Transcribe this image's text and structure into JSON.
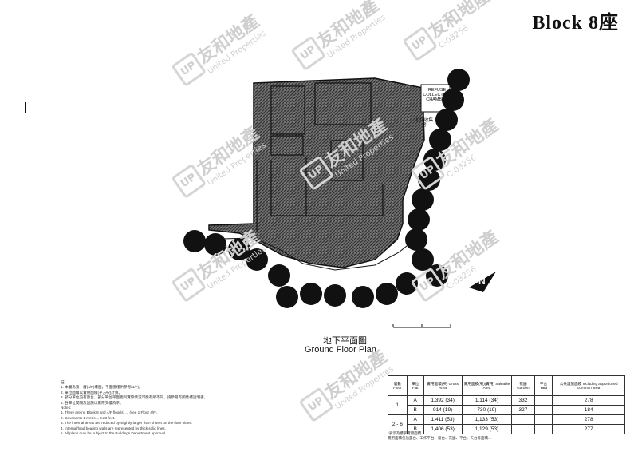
{
  "header": {
    "title": "Block 8座"
  },
  "watermark": {
    "logo": "UP",
    "name": "友和地產",
    "english": "United Properties",
    "code": "C-03256"
  },
  "plan": {
    "caption_cn": "地下平面圖",
    "caption_en": "Ground Floor Plan",
    "refuse_label_en": "REFUSE COLLECTION CHAMBER",
    "refuse_label_cn": "垃圾收集房",
    "north_icon": "north-arrow-icon"
  },
  "notes": [
    "註：",
    "1. 本層為第一層(4/F)樓面，平面圖僅供參考(1/F)。",
    "2. 單位面積以實用面積(平方呎)計算。",
    "3. 部分單位設有窗台，部分單位平面圖與實際情況可能有所不同，請參閱有關售樓說明書。",
    "4. 各單位間隔及設施以實際交樓為準。",
    "Notes:",
    "1. There are no Block 8 and 4/F floor(s) ... (see 1 Floor 4/F).",
    "2. Covenants 1 metre = 3.28 feet.",
    "3. The internal areas are reduced by slightly larger than shown on the floor plans.",
    "4. Internal/load bearing walls are represented by thick solid lines.",
    "5. All plans may be subject to the Buildings Department approval."
  ],
  "table": {
    "headers": [
      "層數 Floor",
      "單位 Flat",
      "實用面積(呎) Gross Area",
      "實用面積(呎)(實用) Saleable Area",
      "花園 Garden",
      "平台 Yard",
      "公共設施面積 Including apportioned common area"
    ],
    "rows": [
      {
        "floor": "1",
        "flat": "A",
        "gross": "1,392 (34)",
        "saleable": "1,114 (34)",
        "garden": "332",
        "yard": "",
        "common": "278"
      },
      {
        "floor": "",
        "flat": "B",
        "gross": "914 (19)",
        "saleable": "730 (19)",
        "garden": "327",
        "yard": "",
        "common": "184"
      },
      {
        "floor": "2 - 6",
        "flat": "A",
        "gross": "1,411 (53)",
        "saleable": "1,133 (53)",
        "garden": "",
        "yard": "",
        "common": "278"
      },
      {
        "floor": "",
        "flat": "B",
        "gross": "1,406 (53)",
        "saleable": "1,129 (53)",
        "garden": "",
        "yard": "",
        "common": "277"
      }
    ]
  },
  "footnotes": [
    "*表示為樓宇實用面積",
    "實用面積包括露台、工作平台、窗台、花園、平台、天台等面積..."
  ]
}
